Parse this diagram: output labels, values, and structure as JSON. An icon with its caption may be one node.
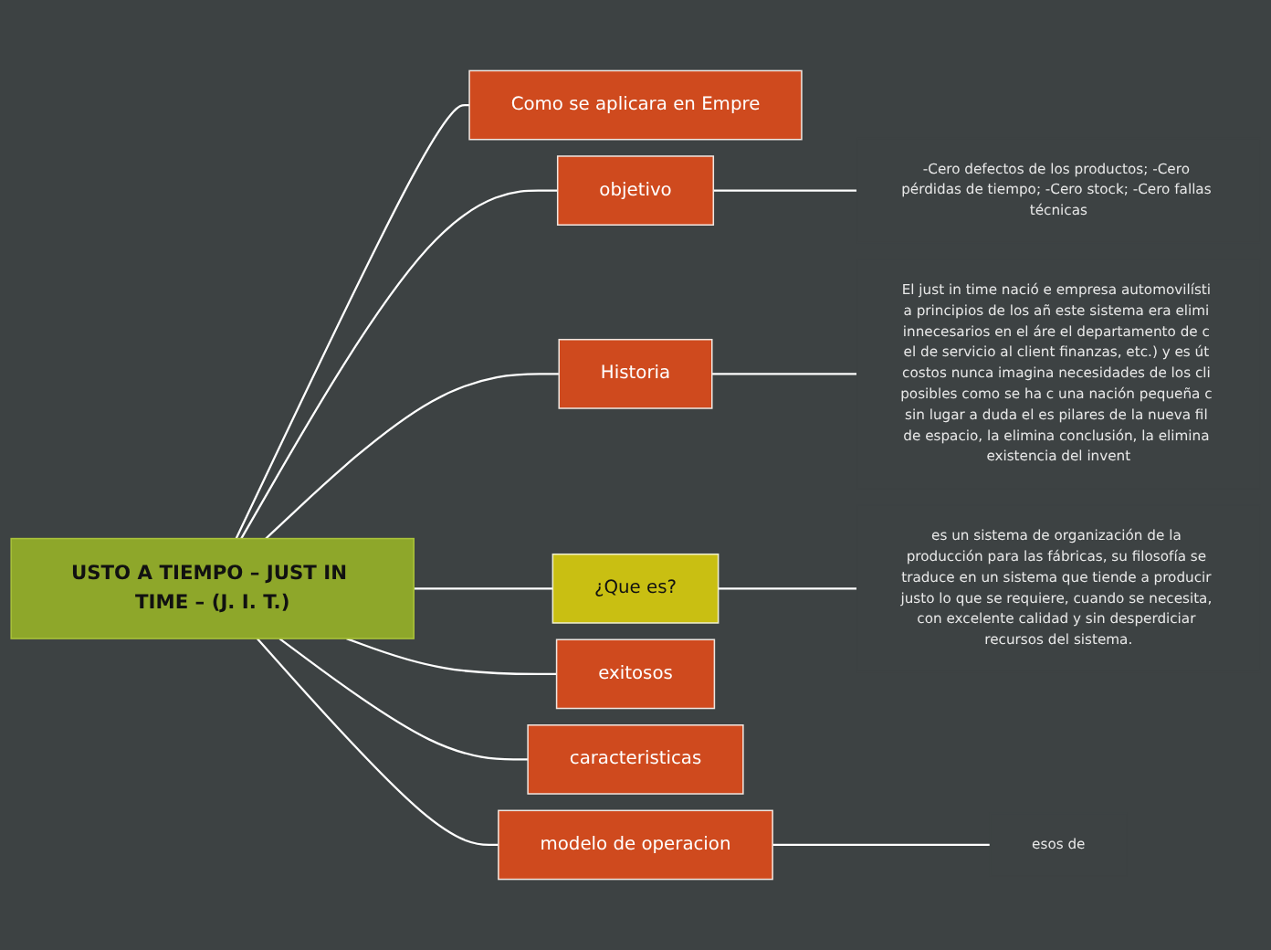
{
  "diagram": {
    "nodes": [
      {
        "text": [
          "USTO A TIEMPO – JUST IN TIME – (J. I. T.)"
        ]
      },
      {
        "text": [
          "Como se aplicara en Empre"
        ]
      },
      {
        "text": [
          "objetivo"
        ]
      },
      {
        "text": [
          "-Cero defectos de los productos; -Cero pérdidas de tiempo; -Cero stock; -Cero fallas técnicas"
        ]
      },
      {
        "text": [
          "Historia"
        ]
      },
      {
        "text": [
          "El just in time nació e empresa automovilísti a principios de los añ este sistema era elimi innecesarios en el áre el departamento de c el de servicio al client finanzas, etc.) y es út costos nunca imagina necesidades de los cli posibles como se ha c una nación pequeña c sin lugar a duda el es pilares de la nueva fil de espacio, la elimina conclusión, la elimina existencia del invent"
        ]
      },
      {
        "text": [
          "¿Que es?"
        ]
      },
      {
        "text": [
          "es un sistema de organización de la producción para las fábricas, su filosofía se traduce en un sistema que tiende a producir justo lo que se requiere, cuando se necesita, con excelente calidad y sin desperdiciar recursos del sistema."
        ]
      },
      {
        "text": [
          "exitosos"
        ]
      },
      {
        "text": [
          "caracteristicas"
        ]
      },
      {
        "text": [
          "modelo de operacion"
        ]
      },
      {
        "text": [
          "esos de"
        ]
      }
    ],
    "edges": [
      {
        "from": 0,
        "to": 1,
        "arrow": "none"
      },
      {
        "from": 0,
        "to": 2,
        "arrow": "none"
      },
      {
        "from": 2,
        "to": 3,
        "arrow": "none"
      },
      {
        "from": 0,
        "to": 4,
        "arrow": "none"
      },
      {
        "from": 4,
        "to": 5,
        "arrow": "none"
      },
      {
        "from": 0,
        "to": 6,
        "arrow": "none"
      },
      {
        "from": 6,
        "to": 7,
        "arrow": "none"
      },
      {
        "from": 0,
        "to": 8,
        "arrow": "none"
      },
      {
        "from": 0,
        "to": 9,
        "arrow": "none"
      },
      {
        "from": 0,
        "to": 10,
        "arrow": "none"
      },
      {
        "from": 10,
        "to": 11,
        "arrow": "none"
      }
    ]
  }
}
